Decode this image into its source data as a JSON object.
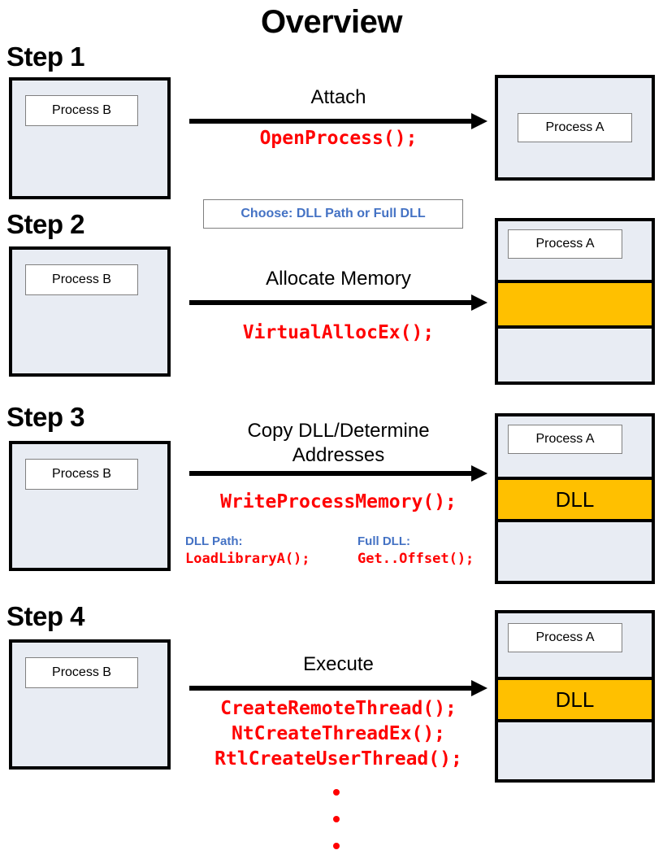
{
  "title": "Overview",
  "colors": {
    "process_fill": "#E8ECF3",
    "dll_block": "#FFC000",
    "api_text": "#FF0000",
    "accent_blue": "#4472C4",
    "outline": "#000000"
  },
  "labels": {
    "process_b": "Process B",
    "process_a": "Process A",
    "dll_block": "DLL"
  },
  "choose_box": {
    "text": "Choose: DLL Path or Full DLL"
  },
  "steps": [
    {
      "label": "Step 1",
      "source": "Process B",
      "action": "Attach",
      "api": "OpenProcess();",
      "target": "Process A",
      "has_dll_block": false,
      "dll_block_label": ""
    },
    {
      "label": "Step 2",
      "source": "Process B",
      "action": "Allocate Memory",
      "api": "VirtualAllocEx();",
      "target": "Process A",
      "has_dll_block": true,
      "dll_block_label": ""
    },
    {
      "label": "Step 3",
      "source": "Process B",
      "action": "Copy DLL/Determine\nAddresses",
      "api": "WriteProcessMemory();",
      "target": "Process A",
      "has_dll_block": true,
      "dll_block_label": "DLL",
      "branches": [
        {
          "title": "DLL Path:",
          "api": "LoadLibraryA();"
        },
        {
          "title": "Full DLL:",
          "api": "Get..Offset();"
        }
      ]
    },
    {
      "label": "Step 4",
      "source": "Process B",
      "action": "Execute",
      "api": "CreateRemoteThread();\nNtCreateThreadEx();\nRtlCreateUserThread();",
      "target": "Process A",
      "has_dll_block": true,
      "dll_block_label": "DLL",
      "continuation": "vertical-ellipsis"
    }
  ]
}
